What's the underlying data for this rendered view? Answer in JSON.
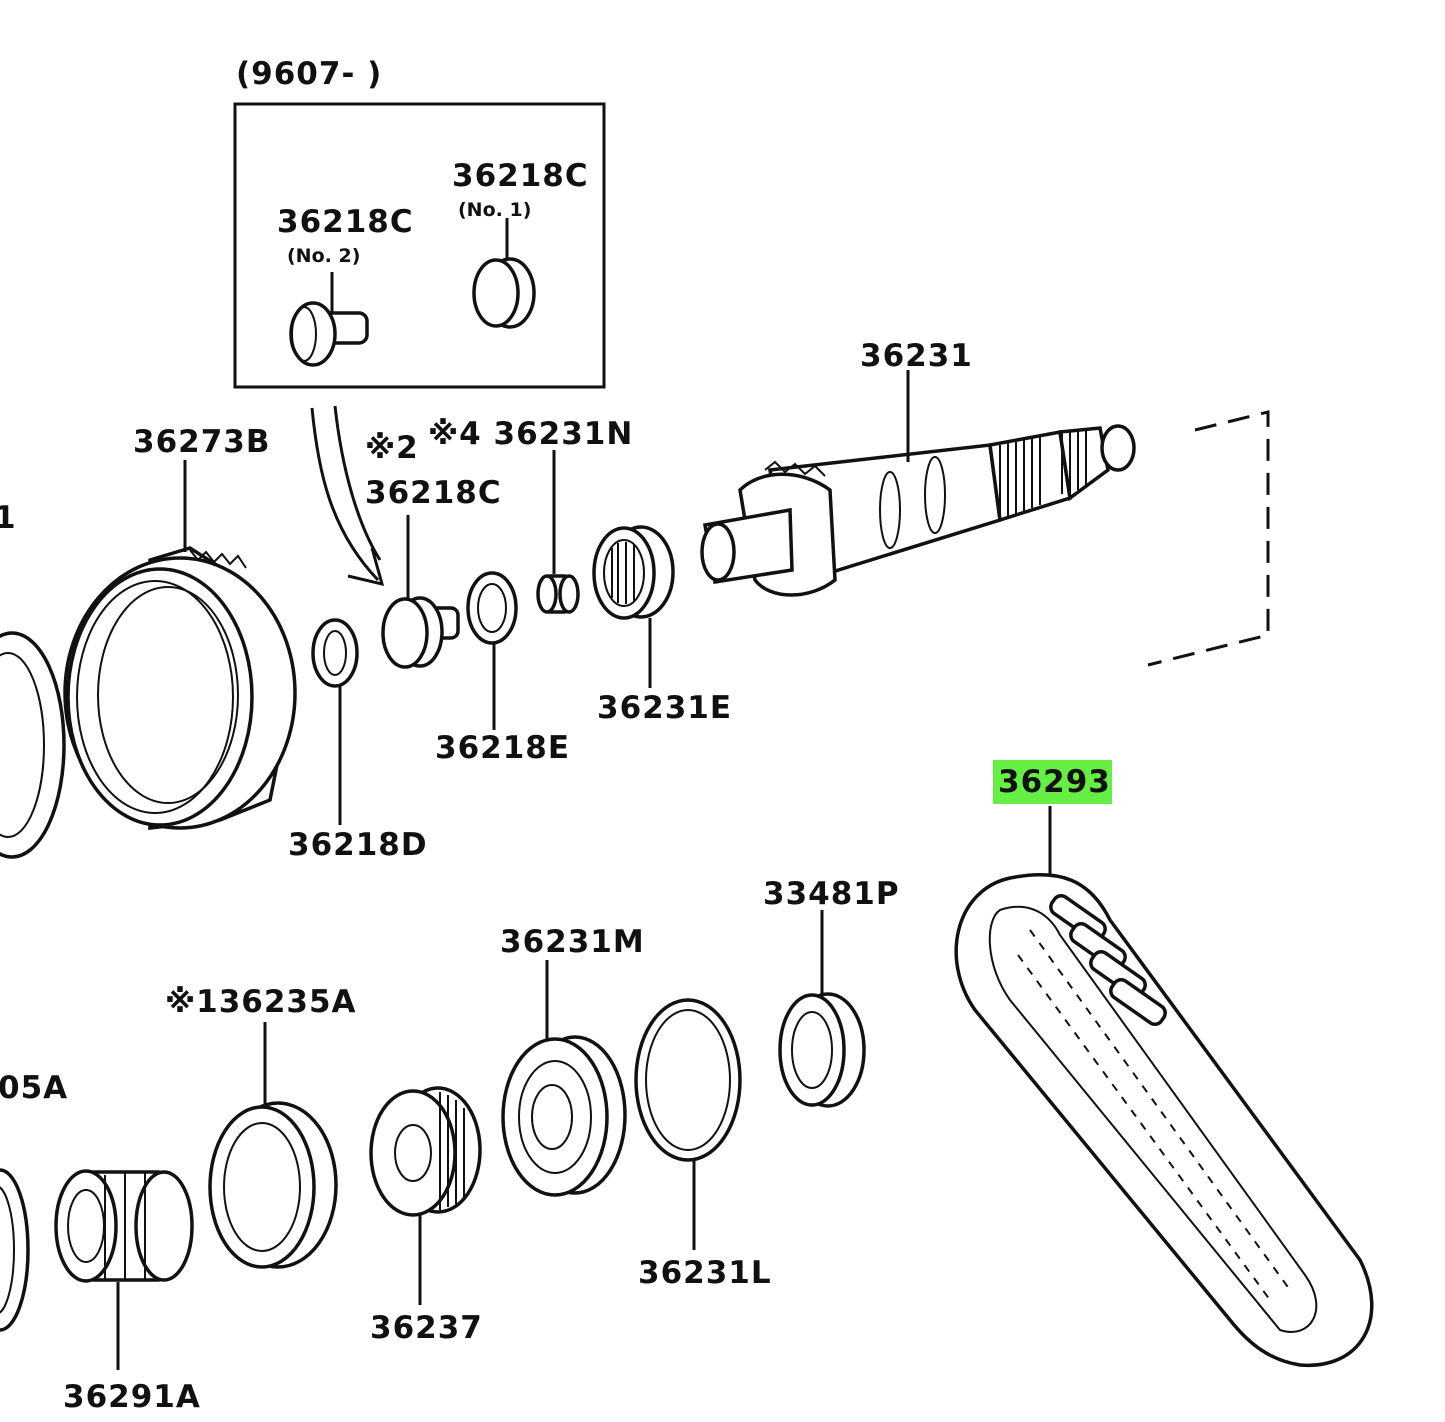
{
  "variant_box": {
    "header": "(9607-          )"
  },
  "labels": {
    "no2_part": "36218C",
    "no2_note": "(No. 2)",
    "no1_part": "36218C",
    "no1_note": "(No. 1)",
    "p36231": "36231",
    "p36273B": "36273B",
    "p_mark2": "※2",
    "p36218C": "36218C",
    "p36231N": "※4 36231N",
    "p36231E": "36231E",
    "p36218E": "36218E",
    "p36218D": "36218D",
    "p36293": "36293",
    "p33481P": "33481P",
    "p36231M": "36231M",
    "p36235A": "※136235A",
    "p05A": "05A",
    "p36231L": "36231L",
    "p36237": "36237",
    "p36291A": "36291A",
    "edge_left": "1"
  },
  "highlight": {
    "part": "36293",
    "color": "#66ee44"
  }
}
